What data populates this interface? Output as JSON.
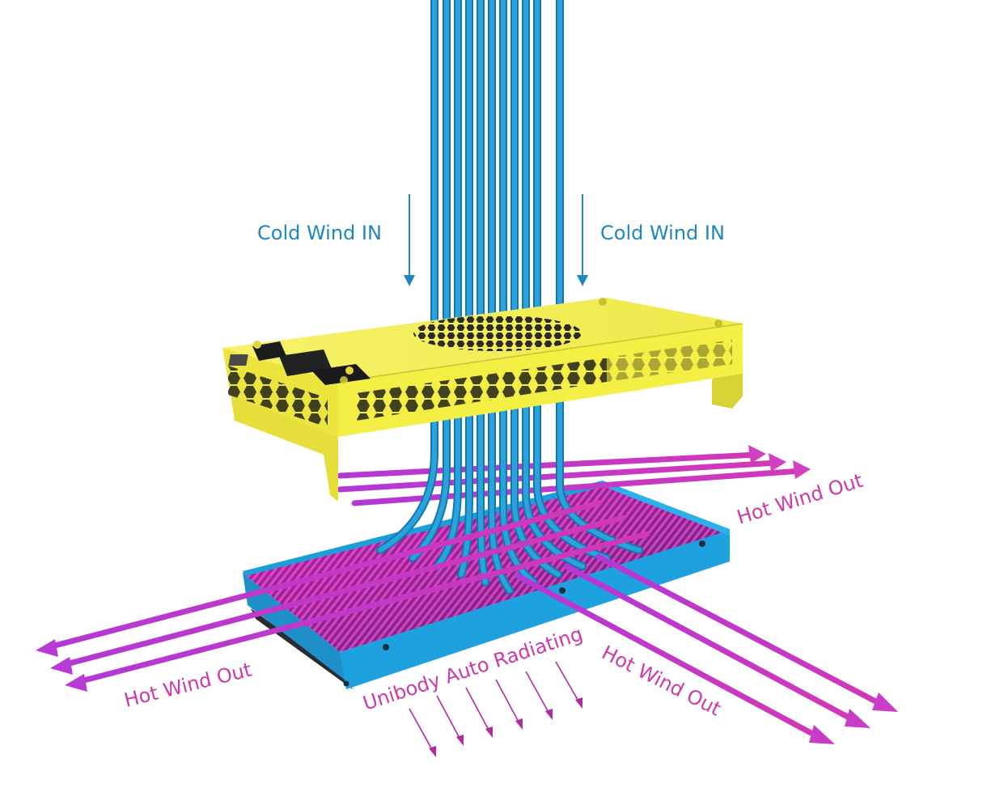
{
  "labels": {
    "cold_left": "Cold Wind IN",
    "cold_right": "Cold Wind IN",
    "hot_right_top": "Hot Wind Out",
    "hot_left_bottom": "Hot Wind Out",
    "hot_right_bottom": "Hot Wind Out",
    "radiating": "Unibody Auto Radiating"
  },
  "colors": {
    "cold_blue": "#1f86c0",
    "hot_magenta": "#cc3aa8",
    "pipe_blue": "#1e86bf",
    "box_yellow": "#f2ee43",
    "heatsink_blue": "#1c9fdc",
    "fin_magenta": "#c02aa8"
  }
}
